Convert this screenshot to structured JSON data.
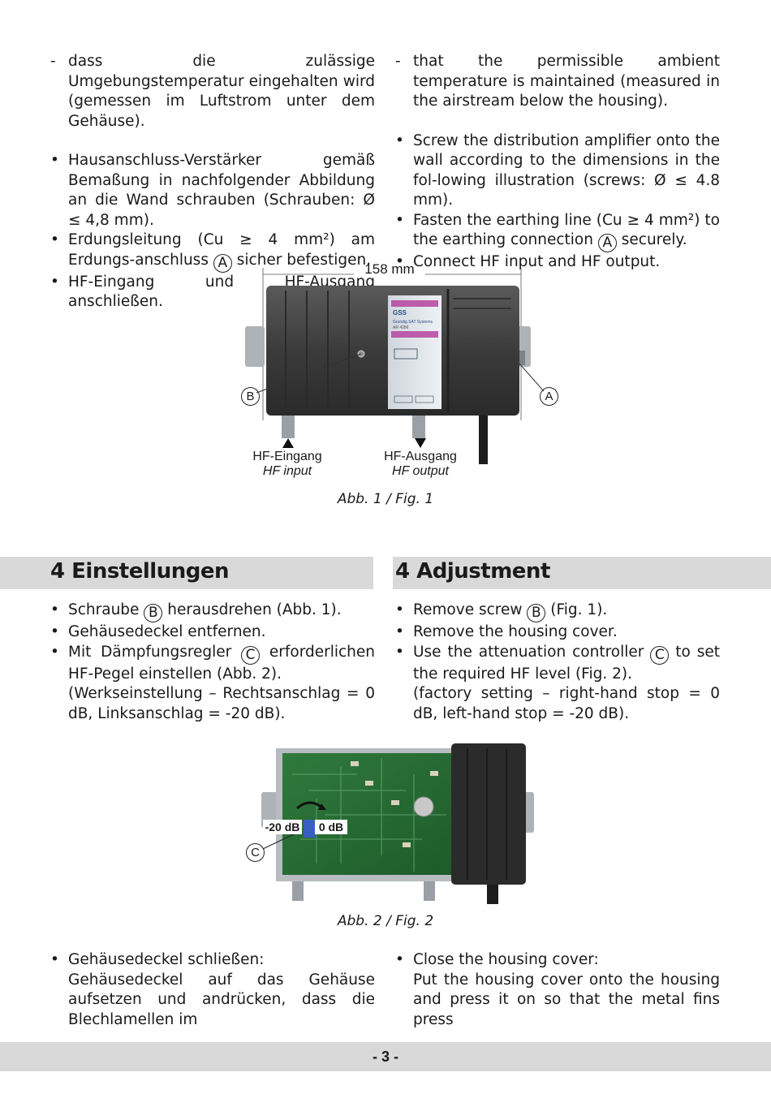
{
  "top": {
    "de": {
      "dash_item": "dass die zulässige Umgebungstemperatur eingehalten wird (gemessen im Luftstrom unter dem Gehäuse).",
      "b1": "Hausanschluss-Verstärker gemäß Bemaßung in nachfolgender Abbildung an die Wand schrauben (Schrauben: Ø ≤ 4,8 mm).",
      "b2_pre": "Erdungsleitung (Cu ≥ 4 mm²) am Erdungs-anschluss",
      "b2_post": "sicher befestigen.",
      "b3": "HF-Eingang und HF-Ausgang anschließen."
    },
    "en": {
      "dash_item": "that the permissible ambient temperature is maintained (measured in the airstream below the housing).",
      "b1": "Screw the distribution amplifier onto the wall according to the dimensions in the fol-lowing illustration (screws: Ø ≤ 4.8 mm).",
      "b2_pre": "Fasten the earthing line (Cu ≥ 4 mm²) to the earthing connection",
      "b2_post": "securely.",
      "b3": "Connect HF input and HF output."
    }
  },
  "fig1": {
    "dimension": "158 mm",
    "callout_a": "A",
    "callout_b": "B",
    "label_plate_brand": "GSS",
    "label_plate_name": "Grundig SAT Systems",
    "label_plate_model": "AR 4286",
    "input_de": "HF-Eingang",
    "input_en": "HF input",
    "output_de": "HF-Ausgang",
    "output_en": "HF output",
    "caption": "Abb. 1 / Fig. 1"
  },
  "section4": {
    "de_heading": "4  Einstellungen",
    "en_heading": "4  Adjustment",
    "de": {
      "b1_pre": "Schraube",
      "b1_post": "herausdrehen (Abb. 1).",
      "b2": "Gehäusedeckel entfernen.",
      "b3_pre": "Mit Dämpfungsregler",
      "b3_post": "erforderlichen HF-Pegel einstellen (Abb. 2).",
      "b3_note": "(Werkseinstellung – Rechtsanschlag = 0 dB, Linksanschlag = -20 dB)."
    },
    "en": {
      "b1_pre": "Remove screw",
      "b1_post": "(Fig. 1).",
      "b2": "Remove the housing cover.",
      "b3_pre": "Use the attenuation controller",
      "b3_post": "to set the required HF level (Fig. 2).",
      "b3_note": "(factory setting – right-hand stop = 0 dB, left-hand stop = -20 dB)."
    }
  },
  "fig2": {
    "left_label": "-20 dB",
    "right_label": "0 dB",
    "callout_c": "C",
    "caption": "Abb. 2 / Fig. 2"
  },
  "bottom": {
    "de_b1": "Gehäusedeckel schließen:",
    "de_b1_cont": "Gehäusedeckel auf das Gehäuse aufsetzen und andrücken, dass die Blechlamellen im",
    "en_b1": "Close the housing cover:",
    "en_b1_cont": "Put the housing cover onto the housing and press it on so that the metal fins press"
  },
  "page_number": "- 3 -"
}
